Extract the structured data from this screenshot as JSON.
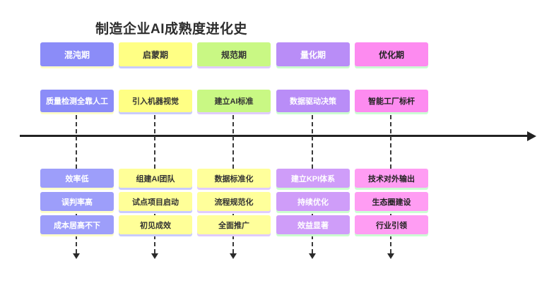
{
  "title": "制造企业AI成熟度进化史",
  "timeline": {
    "orientation": "horizontal",
    "direction": "right",
    "color": "#222222"
  },
  "stages": [
    {
      "label": "混沌期",
      "milestone": "质量检测全靠人工",
      "items": [
        "效率低",
        "误判率高",
        "成本居高不下"
      ],
      "colors": {
        "bg": "#8b8cf8",
        "item_bg": "#9d9efa",
        "text": "#ffffff",
        "shadow": "#ffffc9"
      }
    },
    {
      "label": "启蒙期",
      "milestone": "引入机器视觉",
      "items": [
        "组建AI团队",
        "试点项目启动",
        "初见成效"
      ],
      "colors": {
        "bg": "#ffff84",
        "item_bg": "#ffff98",
        "text": "#333333",
        "shadow": "#c9cbff"
      }
    },
    {
      "label": "规范期",
      "milestone": "建立AI标准",
      "items": [
        "数据标准化",
        "流程规范化",
        "全面推广"
      ],
      "colors": {
        "bg": "#c9f884",
        "item_bg": "#ffff9b",
        "text": "#333333",
        "shadow": "#e0ccff"
      }
    },
    {
      "label": "量化期",
      "milestone": "数据驱动决策",
      "items": [
        "建立KPI体系",
        "持续优化",
        "效益显著"
      ],
      "colors": {
        "bg": "#b98df7",
        "item_bg": "#cf9df9",
        "text": "#ffffff",
        "shadow": "#ccffcf"
      }
    },
    {
      "label": "优化期",
      "milestone": "智能工厂标杆",
      "items": [
        "技术对外输出",
        "生态圈建设",
        "行业引领"
      ],
      "colors": {
        "bg": "#fd8bf0",
        "item_bg": "#ff9df3",
        "text": "#222222",
        "shadow": "#ccffd4"
      }
    }
  ]
}
